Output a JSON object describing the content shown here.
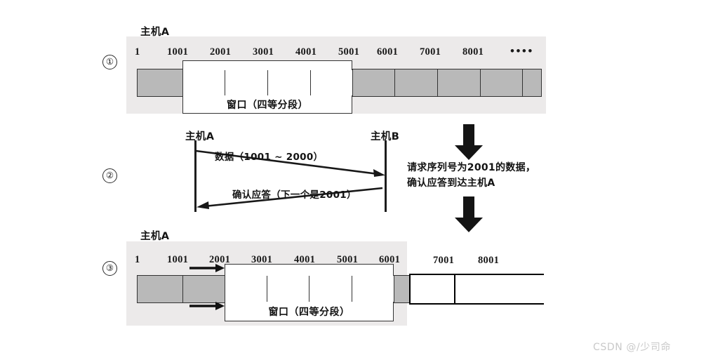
{
  "steps": {
    "one": "①",
    "two": "②",
    "three": "③"
  },
  "row1": {
    "host_label": "主机A",
    "seq_labels": [
      "1",
      "1001",
      "2001",
      "3001",
      "4001",
      "5001",
      "6001",
      "7001",
      "8001"
    ],
    "ellipsis": "••••",
    "window_caption": "窗口（四等分段）",
    "window_start": "1001",
    "window_end": "5001",
    "segments": 4
  },
  "row2": {
    "host_a": "主机A",
    "host_b": "主机B",
    "message_down": "数据（1001 ~ 2000）",
    "message_up": "确认应答（下一个是2001）",
    "explain_line1": "请求序列号为2001的数据，",
    "explain_line2": "确认应答到达主机A"
  },
  "row3": {
    "host_label": "主机A",
    "seq_labels": [
      "1",
      "1001",
      "2001",
      "3001",
      "4001",
      "5001",
      "6001"
    ],
    "ext_seq_labels": [
      "7001",
      "8001"
    ],
    "window_caption": "窗口（四等分段）",
    "window_start": "2001",
    "window_end": "6001",
    "segments": 4
  },
  "watermark": "CSDN @/少司命",
  "colors": {
    "paper": "#eceaea",
    "cell_gray": "#b9b9b9",
    "cell_white": "#ffffff",
    "ink": "#333333",
    "page": "#ffffff",
    "watermark": "#c9c9c9"
  }
}
